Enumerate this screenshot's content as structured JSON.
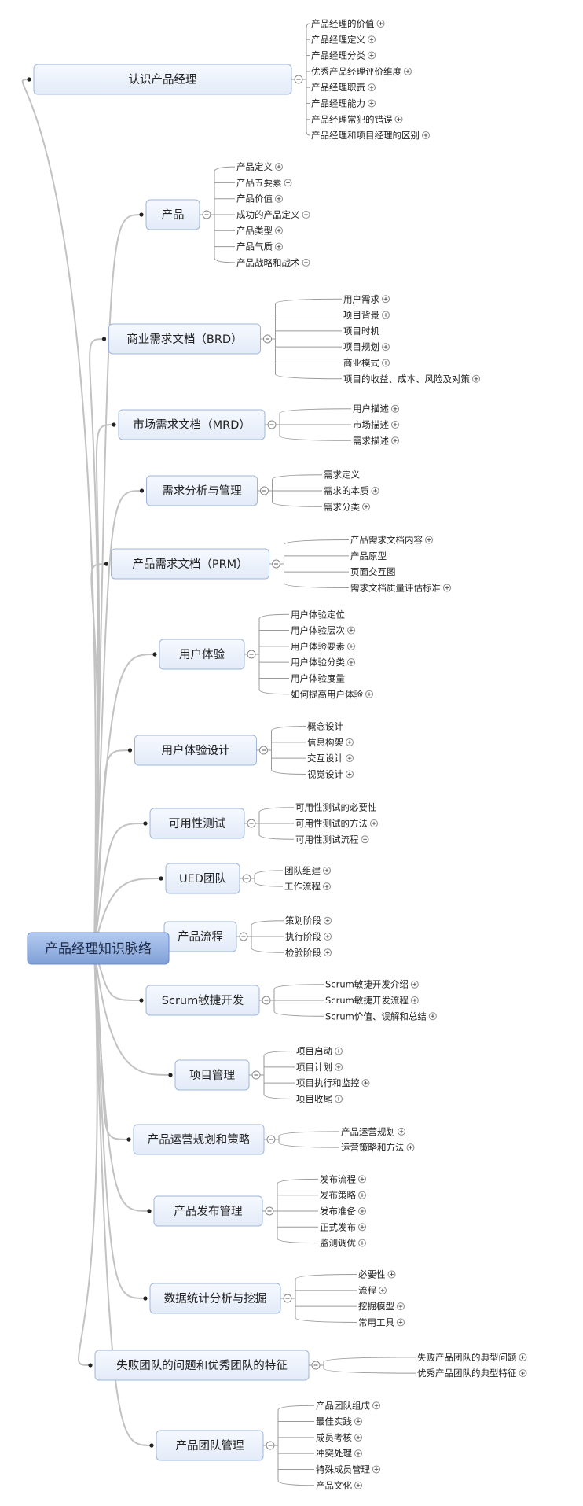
{
  "root": {
    "label": "产品经理知识脉络"
  },
  "colors": {
    "branch_line": "#c2c2c2",
    "node_fill": "#eef3fc",
    "node_stroke": "#9fb6d9",
    "root_fill_top": "#b3cbf1",
    "root_fill_bottom": "#7f9fd6",
    "root_stroke": "#6b8bc4"
  },
  "branches": [
    {
      "label": "认识产品经理",
      "children": [
        {
          "label": "产品经理的价值",
          "expand": true
        },
        {
          "label": "产品经理定义",
          "expand": true
        },
        {
          "label": "产品经理分类",
          "expand": true
        },
        {
          "label": "优秀产品经理评价维度",
          "expand": true
        },
        {
          "label": "产品经理职责",
          "expand": true
        },
        {
          "label": "产品经理能力",
          "expand": true
        },
        {
          "label": "产品经理常犯的错误",
          "expand": true
        },
        {
          "label": "产品经理和项目经理的区别",
          "expand": true
        }
      ]
    },
    {
      "label": "产品",
      "children": [
        {
          "label": "产品定义",
          "expand": true
        },
        {
          "label": "产品五要素",
          "expand": true
        },
        {
          "label": "产品价值",
          "expand": true
        },
        {
          "label": "成功的产品定义",
          "expand": true
        },
        {
          "label": "产品类型",
          "expand": true
        },
        {
          "label": "产品气质",
          "expand": true
        },
        {
          "label": "产品战略和战术",
          "expand": true
        }
      ]
    },
    {
      "label": "商业需求文档（BRD）",
      "children": [
        {
          "label": "用户需求",
          "expand": true
        },
        {
          "label": "项目背景",
          "expand": true
        },
        {
          "label": "项目时机",
          "expand": false
        },
        {
          "label": "项目规划",
          "expand": true
        },
        {
          "label": "商业模式",
          "expand": true
        },
        {
          "label": "项目的收益、成本、风险及对策",
          "expand": true
        }
      ]
    },
    {
      "label": "市场需求文档（MRD）",
      "children": [
        {
          "label": "用户描述",
          "expand": true
        },
        {
          "label": "市场描述",
          "expand": true
        },
        {
          "label": "需求描述",
          "expand": true
        }
      ]
    },
    {
      "label": "需求分析与管理",
      "children": [
        {
          "label": "需求定义",
          "expand": false
        },
        {
          "label": "需求的本质",
          "expand": true
        },
        {
          "label": "需求分类",
          "expand": true
        }
      ]
    },
    {
      "label": "产品需求文档（PRM）",
      "children": [
        {
          "label": "产品需求文档内容",
          "expand": true
        },
        {
          "label": "产品原型",
          "expand": false
        },
        {
          "label": "页面交互图",
          "expand": false
        },
        {
          "label": "需求文档质量评估标准",
          "expand": true
        }
      ]
    },
    {
      "label": "用户体验",
      "children": [
        {
          "label": "用户体验定位",
          "expand": false
        },
        {
          "label": "用户体验层次",
          "expand": true
        },
        {
          "label": "用户体验要素",
          "expand": true
        },
        {
          "label": "用户体验分类",
          "expand": true
        },
        {
          "label": "用户体验度量",
          "expand": false
        },
        {
          "label": "如何提高用户体验",
          "expand": true
        }
      ]
    },
    {
      "label": "用户体验设计",
      "children": [
        {
          "label": "概念设计",
          "expand": false
        },
        {
          "label": "信息构架",
          "expand": true
        },
        {
          "label": "交互设计",
          "expand": true
        },
        {
          "label": "视觉设计",
          "expand": true
        }
      ]
    },
    {
      "label": "可用性测试",
      "children": [
        {
          "label": "可用性测试的必要性",
          "expand": false
        },
        {
          "label": "可用性测试的方法",
          "expand": true
        },
        {
          "label": "可用性测试流程",
          "expand": true
        }
      ]
    },
    {
      "label": "UED团队",
      "children": [
        {
          "label": "团队组建",
          "expand": true
        },
        {
          "label": "工作流程",
          "expand": true
        }
      ]
    },
    {
      "label": "产品流程",
      "children": [
        {
          "label": "策划阶段",
          "expand": true
        },
        {
          "label": "执行阶段",
          "expand": true
        },
        {
          "label": "检验阶段",
          "expand": true
        }
      ]
    },
    {
      "label": "Scrum敏捷开发",
      "children": [
        {
          "label": "Scrum敏捷开发介绍",
          "expand": true
        },
        {
          "label": "Scrum敏捷开发流程",
          "expand": true
        },
        {
          "label": "Scrum价值、误解和总结",
          "expand": true
        }
      ]
    },
    {
      "label": "项目管理",
      "children": [
        {
          "label": "项目启动",
          "expand": true
        },
        {
          "label": "项目计划",
          "expand": true
        },
        {
          "label": "项目执行和监控",
          "expand": true
        },
        {
          "label": "项目收尾",
          "expand": true
        }
      ]
    },
    {
      "label": "产品运营规划和策略",
      "children": [
        {
          "label": "产品运营规划",
          "expand": true
        },
        {
          "label": "运营策略和方法",
          "expand": true
        }
      ]
    },
    {
      "label": "产品发布管理",
      "children": [
        {
          "label": "发布流程",
          "expand": true
        },
        {
          "label": "发布策略",
          "expand": true
        },
        {
          "label": "发布准备",
          "expand": true
        },
        {
          "label": "正式发布",
          "expand": true
        },
        {
          "label": "监测调优",
          "expand": true
        }
      ]
    },
    {
      "label": "数据统计分析与挖掘",
      "children": [
        {
          "label": "必要性",
          "expand": true
        },
        {
          "label": "流程",
          "expand": true
        },
        {
          "label": "挖掘模型",
          "expand": true
        },
        {
          "label": "常用工具",
          "expand": true
        }
      ]
    },
    {
      "label": "失败团队的问题和优秀团队的特征",
      "children": [
        {
          "label": "失败产品团队的典型问题",
          "expand": true
        },
        {
          "label": "优秀产品团队的典型特征",
          "expand": true
        }
      ]
    },
    {
      "label": "产品团队管理",
      "children": [
        {
          "label": "产品团队组成",
          "expand": true
        },
        {
          "label": "最佳实践",
          "expand": true
        },
        {
          "label": "成员考核",
          "expand": true
        },
        {
          "label": "冲突处理",
          "expand": true
        },
        {
          "label": "特殊成员管理",
          "expand": true
        },
        {
          "label": "产品文化",
          "expand": true
        }
      ]
    }
  ]
}
